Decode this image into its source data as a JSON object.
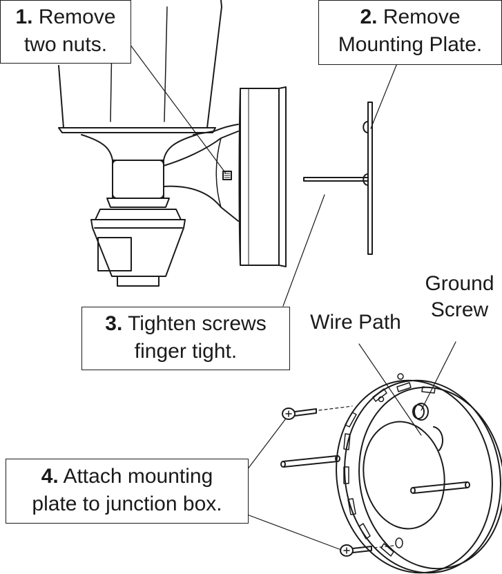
{
  "callouts": {
    "step1": {
      "number": "1.",
      "line1": "Remove",
      "line2": "two nuts."
    },
    "step2": {
      "number": "2.",
      "line1": "Remove",
      "line2": "Mounting Plate."
    },
    "step3": {
      "number": "3.",
      "line1": "Tighten screws",
      "line2": "finger tight."
    },
    "step4": {
      "number": "4.",
      "line1": "Attach mounting",
      "line2": "plate to junction box."
    }
  },
  "labels": {
    "wire_path": "Wire Path",
    "ground_screw_line1": "Ground",
    "ground_screw_line2": "Screw"
  },
  "colors": {
    "ink": "#1a1a1a",
    "paper": "#ffffff"
  }
}
